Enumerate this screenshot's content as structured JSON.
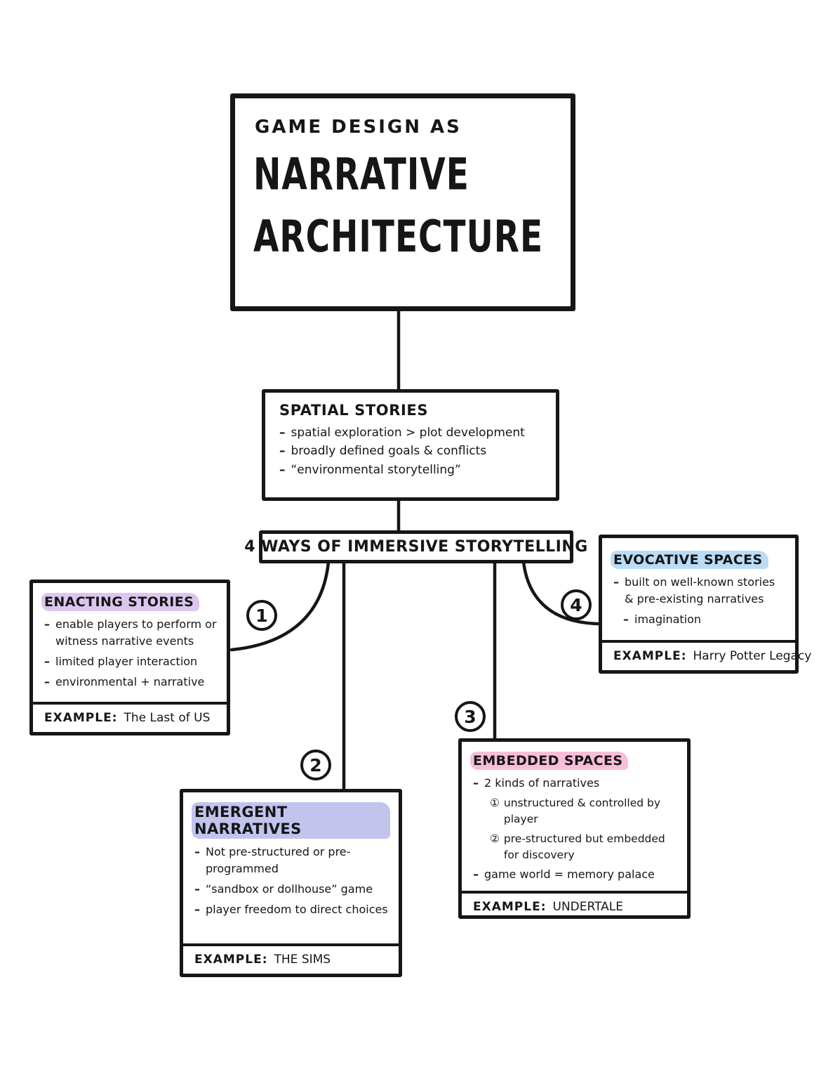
{
  "colors": {
    "ink": "#161616",
    "highlight_enacting": "#dcc6f0",
    "highlight_emergent": "#c2c4ee",
    "highlight_embedded": "#f8bdd8",
    "highlight_evocative": "#badcf6"
  },
  "marker": "–",
  "title_box": {
    "kicker": "GAME DESIGN AS",
    "title_line1": "NARRATIVE",
    "title_line2": "ARCHITECTURE"
  },
  "spatial_box": {
    "title": "SPATIAL STORIES",
    "bullets": [
      "spatial exploration > plot development",
      "broadly defined goals & conflicts",
      "“environmental storytelling”"
    ]
  },
  "banner": {
    "label": "4 WAYS OF IMMERSIVE STORYTELLING"
  },
  "ways": [
    {
      "number": "1",
      "title": "ENACTING STORIES",
      "bullets": [
        "enable players to perform or witness narrative events",
        "limited player interaction",
        "environmental + narrative"
      ],
      "example_label": "EXAMPLE:",
      "example_value": "The Last of US"
    },
    {
      "number": "2",
      "title": "EMERGENT NARRATIVES",
      "bullets": [
        "Not pre-structured or pre-programmed",
        "“sandbox or dollhouse” game",
        "player freedom to direct choices"
      ],
      "example_label": "EXAMPLE:",
      "example_value": "THE SIMS"
    },
    {
      "number": "3",
      "title": "EMBEDDED SPACES",
      "bullets": [
        "2 kinds of narratives",
        "game world = memory palace"
      ],
      "sub_bullets": [
        {
          "num": "①",
          "text": "unstructured & controlled by player"
        },
        {
          "num": "②",
          "text": "pre-structured but embedded for discovery"
        }
      ],
      "example_label": "EXAMPLE:",
      "example_value": "UNDERTALE"
    },
    {
      "number": "4",
      "title": "EVOCATIVE SPACES",
      "bullets": [
        "built on well-known stories & pre-existing narratives",
        "imagination"
      ],
      "example_label": "EXAMPLE:",
      "example_value": "Harry Potter Legacy"
    }
  ]
}
